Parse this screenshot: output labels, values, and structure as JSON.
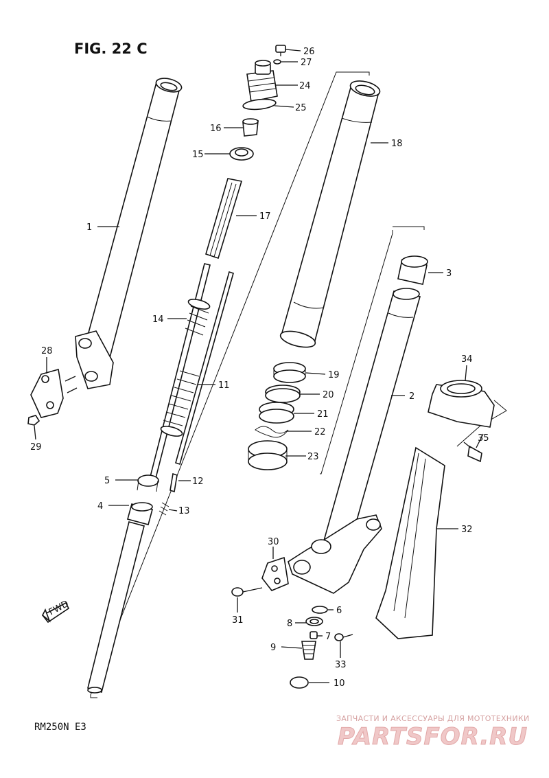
{
  "figure": {
    "title": "FIG. 22 C",
    "model_code": "RM250N  E3",
    "fwd_label": "FWD"
  },
  "parts": [
    {
      "num": "1"
    },
    {
      "num": "2"
    },
    {
      "num": "3"
    },
    {
      "num": "4"
    },
    {
      "num": "5"
    },
    {
      "num": "6"
    },
    {
      "num": "7"
    },
    {
      "num": "8"
    },
    {
      "num": "9"
    },
    {
      "num": "10"
    },
    {
      "num": "11"
    },
    {
      "num": "12"
    },
    {
      "num": "13"
    },
    {
      "num": "14"
    },
    {
      "num": "15"
    },
    {
      "num": "16"
    },
    {
      "num": "17"
    },
    {
      "num": "18"
    },
    {
      "num": "19"
    },
    {
      "num": "20"
    },
    {
      "num": "21"
    },
    {
      "num": "22"
    },
    {
      "num": "23"
    },
    {
      "num": "24"
    },
    {
      "num": "25"
    },
    {
      "num": "26"
    },
    {
      "num": "27"
    },
    {
      "num": "28"
    },
    {
      "num": "29"
    },
    {
      "num": "30"
    },
    {
      "num": "31"
    },
    {
      "num": "32"
    },
    {
      "num": "33"
    },
    {
      "num": "34"
    },
    {
      "num": "35"
    }
  ],
  "watermark": {
    "tagline": "ЗАПЧАСТИ И АКСЕССУАРЫ ДЛЯ МОТОТЕХНИКИ",
    "brand": "PARTSFOR.RU",
    "color": "#e2a8a8"
  }
}
